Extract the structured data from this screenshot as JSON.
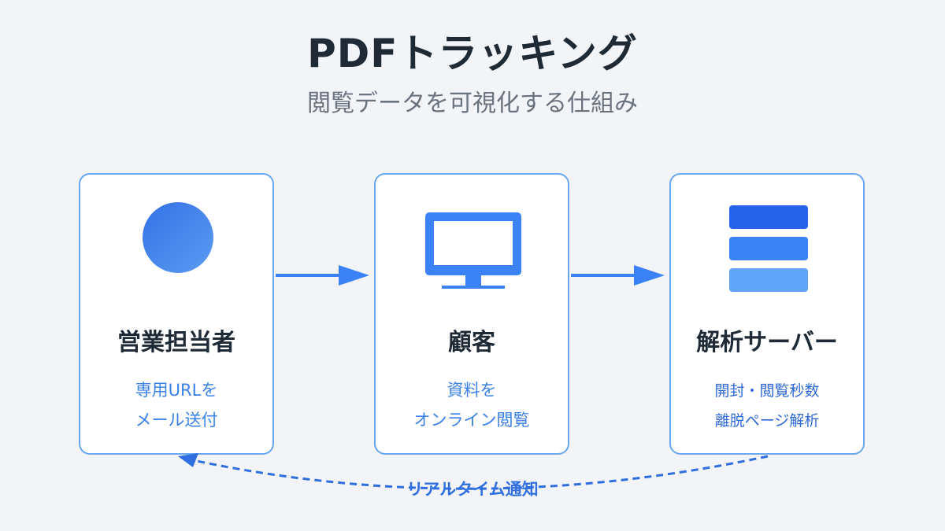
{
  "header": {
    "title": "PDFトラッキング",
    "subtitle": "閲覧データを可視化する仕組み"
  },
  "cards": [
    {
      "title": "営業担当者",
      "desc_line1": "専用URLを",
      "desc_line2": "メール送付",
      "icon": "person-icon"
    },
    {
      "title": "顧客",
      "desc_line1": "資料を",
      "desc_line2": "オンライン閲覧",
      "icon": "monitor-icon"
    },
    {
      "title": "解析サーバー",
      "desc_line1": "開封・閲覧秒数",
      "desc_line2": "離脱ページ解析",
      "icon": "server-icon"
    }
  ],
  "feedback": {
    "label": "リアルタイム通知"
  },
  "colors": {
    "accent": "#3b82f6",
    "card_border": "#69a7ef",
    "title_text": "#1f2a37",
    "subtitle_text": "#6b7280",
    "desc_text": "#3a82ea",
    "server_bar_1": "#2563eb",
    "server_bar_2": "#3b82f6",
    "server_bar_3": "#60a5fa"
  }
}
